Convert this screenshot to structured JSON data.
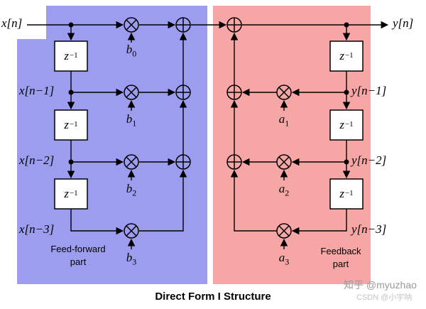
{
  "title": "Direct Form I Structure",
  "colors": {
    "feedforward_bg": "#9d9def",
    "feedback_bg": "#f7a6a6",
    "line": "#000000",
    "box_fill": "#ffffff"
  },
  "signals": {
    "input": "x[n]",
    "output": "y[n]",
    "x_delayed": [
      "x[n−1]",
      "x[n−2]",
      "x[n−3]"
    ],
    "y_delayed": [
      "y[n−1]",
      "y[n−2]",
      "y[n−3]"
    ]
  },
  "delay_label": {
    "base": "z",
    "sup": "−1"
  },
  "coefficients": {
    "b": [
      {
        "base": "b",
        "sub": "0"
      },
      {
        "base": "b",
        "sub": "1"
      },
      {
        "base": "b",
        "sub": "2"
      },
      {
        "base": "b",
        "sub": "3"
      }
    ],
    "a": [
      {
        "base": "a",
        "sub": "1"
      },
      {
        "base": "a",
        "sub": "2"
      },
      {
        "base": "a",
        "sub": "3"
      }
    ]
  },
  "captions": {
    "feedforward": "Feed-forward\npart",
    "feedback": "Feedback\npart"
  },
  "watermark": {
    "line1": "知乎 @myuzhao",
    "line2": "CSDN @小宇呐"
  }
}
